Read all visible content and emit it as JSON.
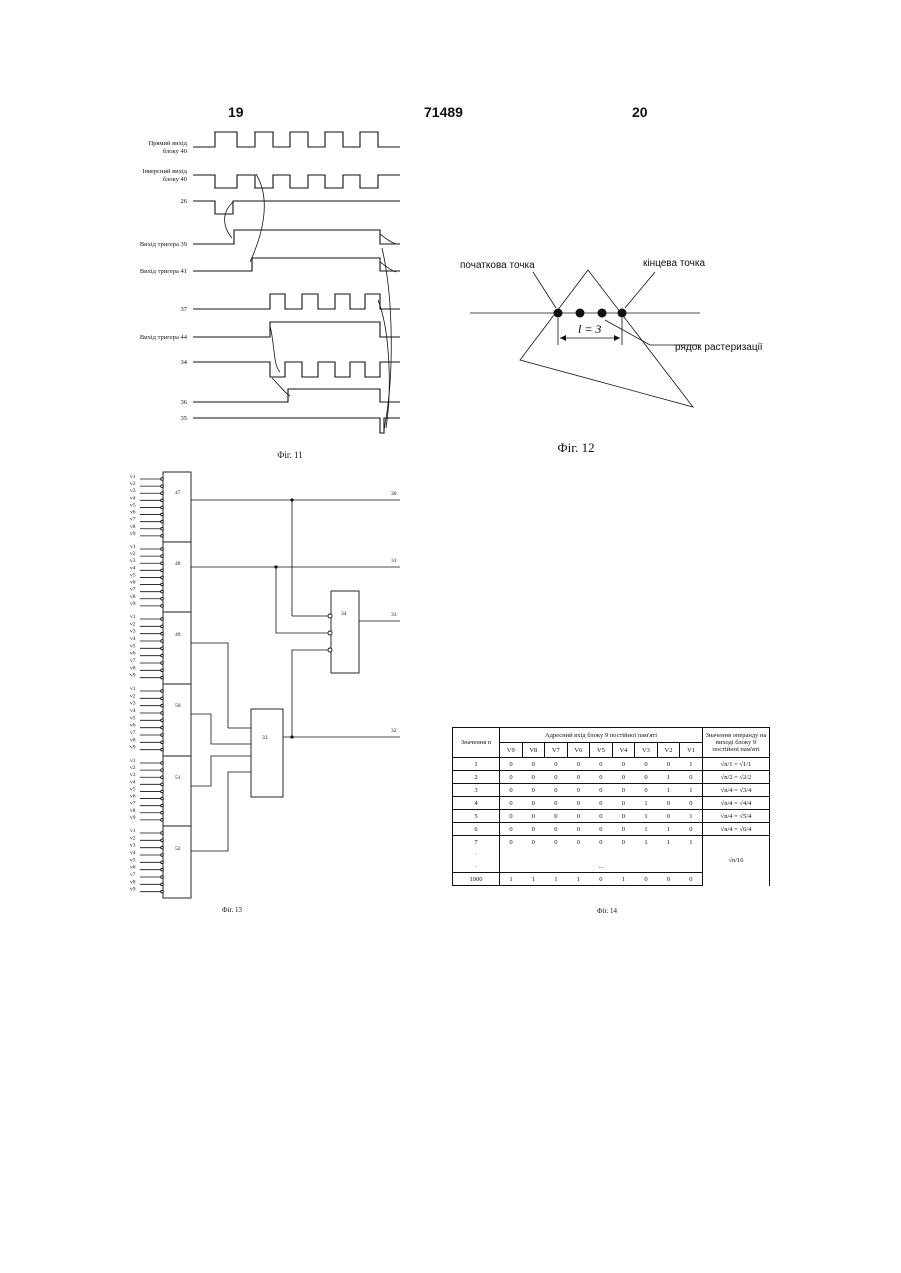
{
  "header": {
    "left_page": "19",
    "patent_number": "71489",
    "right_page": "20"
  },
  "fig11": {
    "caption": "Фіг. 11",
    "signals": [
      {
        "label_line1": "Прямий вихід",
        "label_line2": "блоку 40"
      },
      {
        "label_line1": "Інверсний вихід",
        "label_line2": "блоку 40"
      },
      {
        "label_line1": "26",
        "label_line2": ""
      },
      {
        "label_line1": "Вихід тригера 39",
        "label_line2": ""
      },
      {
        "label_line1": "Вихід тригера 41",
        "label_line2": ""
      },
      {
        "label_line1": "37",
        "label_line2": ""
      },
      {
        "label_line1": "Вихід тригера 44",
        "label_line2": ""
      },
      {
        "label_line1": "34",
        "label_line2": ""
      },
      {
        "label_line1": "36",
        "label_line2": ""
      },
      {
        "label_line1": "35",
        "label_line2": ""
      }
    ]
  },
  "fig12": {
    "caption": "Фіг. 12",
    "start_point": "початкова точка",
    "end_point": "кінцева точка",
    "length_label": "l = 3",
    "raster_line": "рядок растеризації"
  },
  "fig13": {
    "caption": "Фіг. 13",
    "blocks": [
      "47",
      "48",
      "49",
      "50",
      "51",
      "52"
    ],
    "inputs": [
      "v1",
      "v2",
      "v3",
      "v4",
      "v5",
      "v6",
      "v7",
      "v8",
      "v9"
    ],
    "gate_a": "33",
    "gate_b": "34",
    "outputs": [
      "30",
      "31",
      "33",
      "32"
    ]
  },
  "fig14": {
    "caption": "Фіг. 14",
    "col_n": "Значення n",
    "col_address": "Адресний вхід блоку 9 постійної пам'яті",
    "col_result": "Значення операнду на виході блоку 9 постійної пам'яті",
    "bits": [
      "V9",
      "V8",
      "V7",
      "V6",
      "V5",
      "V4",
      "V3",
      "V2",
      "V1"
    ],
    "rows": [
      {
        "n": "1",
        "bits": [
          "0",
          "0",
          "0",
          "0",
          "0",
          "0",
          "0",
          "0",
          "1"
        ],
        "result": "√n/1 = √1/1"
      },
      {
        "n": "2",
        "bits": [
          "0",
          "0",
          "0",
          "0",
          "0",
          "0",
          "0",
          "1",
          "0"
        ],
        "result": "√n/2 = √2/2"
      },
      {
        "n": "3",
        "bits": [
          "0",
          "0",
          "0",
          "0",
          "0",
          "0",
          "0",
          "1",
          "1"
        ],
        "result": "√n/4 = √3/4"
      },
      {
        "n": "4",
        "bits": [
          "0",
          "0",
          "0",
          "0",
          "0",
          "0",
          "1",
          "0",
          "0"
        ],
        "result": "√n/4 = √4/4"
      },
      {
        "n": "5",
        "bits": [
          "0",
          "0",
          "0",
          "0",
          "0",
          "0",
          "1",
          "0",
          "1"
        ],
        "result": "√n/4 = √5/4"
      },
      {
        "n": "6",
        "bits": [
          "0",
          "0",
          "0",
          "0",
          "0",
          "0",
          "1",
          "1",
          "0"
        ],
        "result": "√n/4 = √6/4"
      },
      {
        "n": "7",
        "bits": [
          "0",
          "0",
          "0",
          "0",
          "0",
          "0",
          "1",
          "1",
          "1"
        ],
        "result": ""
      }
    ],
    "dots": [
      "·",
      "·"
    ],
    "ellipsis": "...",
    "range_result": "√n/16",
    "last_row": {
      "n": "1000",
      "bits": [
        "1",
        "1",
        "1",
        "1",
        "0",
        "1",
        "0",
        "0",
        "0"
      ]
    }
  }
}
